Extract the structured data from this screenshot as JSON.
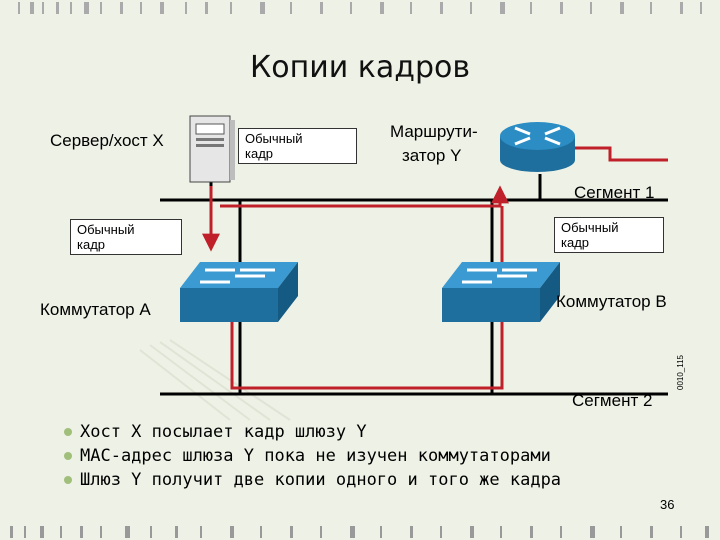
{
  "title": "Копии кадров",
  "labels": {
    "server": "Сервер/хост X",
    "router_line1": "Маршрути-",
    "router_line2": "затор Y",
    "segment1": "Сегмент 1",
    "segment2": "Сегмент 2",
    "switch_a": "Коммутатор A",
    "switch_b": "Коммутатор B"
  },
  "frame_boxes": {
    "top": [
      "Обычный",
      "кадр"
    ],
    "left": [
      "Обычный",
      "кадр"
    ],
    "right": [
      "Обычный",
      "кадр"
    ]
  },
  "side_code": "0010_115",
  "bullets": [
    "Хост X посылает кадр шлюзу Y",
    "MAC-адрес шлюза Y пока не изучен коммутаторами",
    "Шлюз Y получит две копии одного и того же кадра"
  ],
  "page_number": "36",
  "colors": {
    "frame_path": "#c0202a",
    "device_blue": "#2c8dc4",
    "background": "#eef2e6",
    "bullet": "#9fbf7a"
  }
}
